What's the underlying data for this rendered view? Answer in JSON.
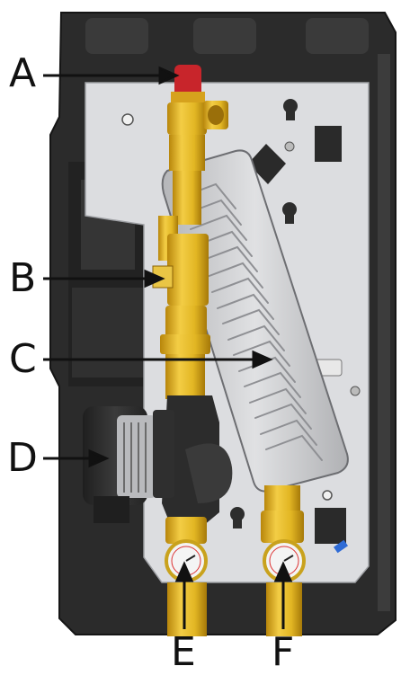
{
  "colors": {
    "housing": "#2d2d2d",
    "panel": "#dcdde0",
    "brass": "#e2b623",
    "valve_cap": "#c8252b",
    "plate": "#c8c9cc",
    "pump_dark": "#262626",
    "gauge_face": "#f4f4f4"
  },
  "callouts": {
    "a": "A",
    "b": "B",
    "c": "C",
    "d": "D",
    "e": "E",
    "f": "F"
  },
  "icons": [
    "safety-valve",
    "flow-valve",
    "plate-heat-exchanger",
    "circulation-pump",
    "temperature-gauge"
  ]
}
